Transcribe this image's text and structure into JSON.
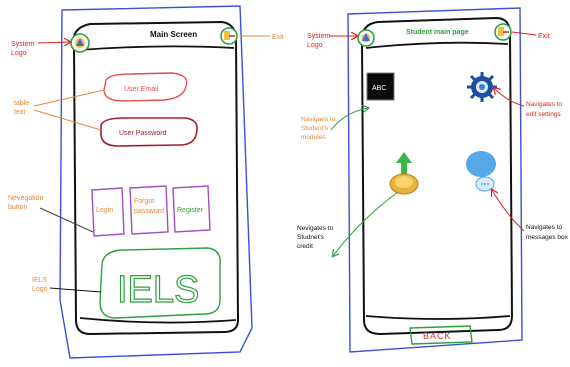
{
  "left_screen": {
    "title": "Main Screen",
    "email_field": "User Email",
    "password_field": "User Password",
    "login_button": "Login",
    "forgot_password_button": [
      "Forgot",
      "password"
    ],
    "register_button": "Register",
    "logo_text": "IELS"
  },
  "left_annotations": {
    "system_logo": [
      "System",
      "Logo"
    ],
    "exit": "Exit",
    "table_text": [
      "table",
      "text"
    ],
    "navigation_button": [
      "Nevegation",
      "button"
    ],
    "iels_logo": [
      "IELS",
      "Logo"
    ]
  },
  "right_screen": {
    "title": "Student main page",
    "abc_icon": "ABC",
    "back_button": "BACK"
  },
  "right_annotations": {
    "system_logo": [
      "System",
      "Logo"
    ],
    "exit": "Exit",
    "modules": [
      "Navigaes to",
      "Student's",
      "modules"
    ],
    "edit_settings": [
      "Navigates to",
      "edit settings"
    ],
    "credit": [
      "Nevigates to",
      "Studnet's",
      "credit"
    ],
    "messages": [
      "Navigates to",
      "messages box"
    ]
  },
  "colors": {
    "annotation_red": "#e02020",
    "annotation_orange": "#e8863a",
    "title_green": "#2e9e3a",
    "frame_blue": "#3c4fd8",
    "email_red": "#e05050",
    "password_dark_red": "#a02030",
    "nav_purple": "#a050c0",
    "logo_green": "#2ea040"
  }
}
